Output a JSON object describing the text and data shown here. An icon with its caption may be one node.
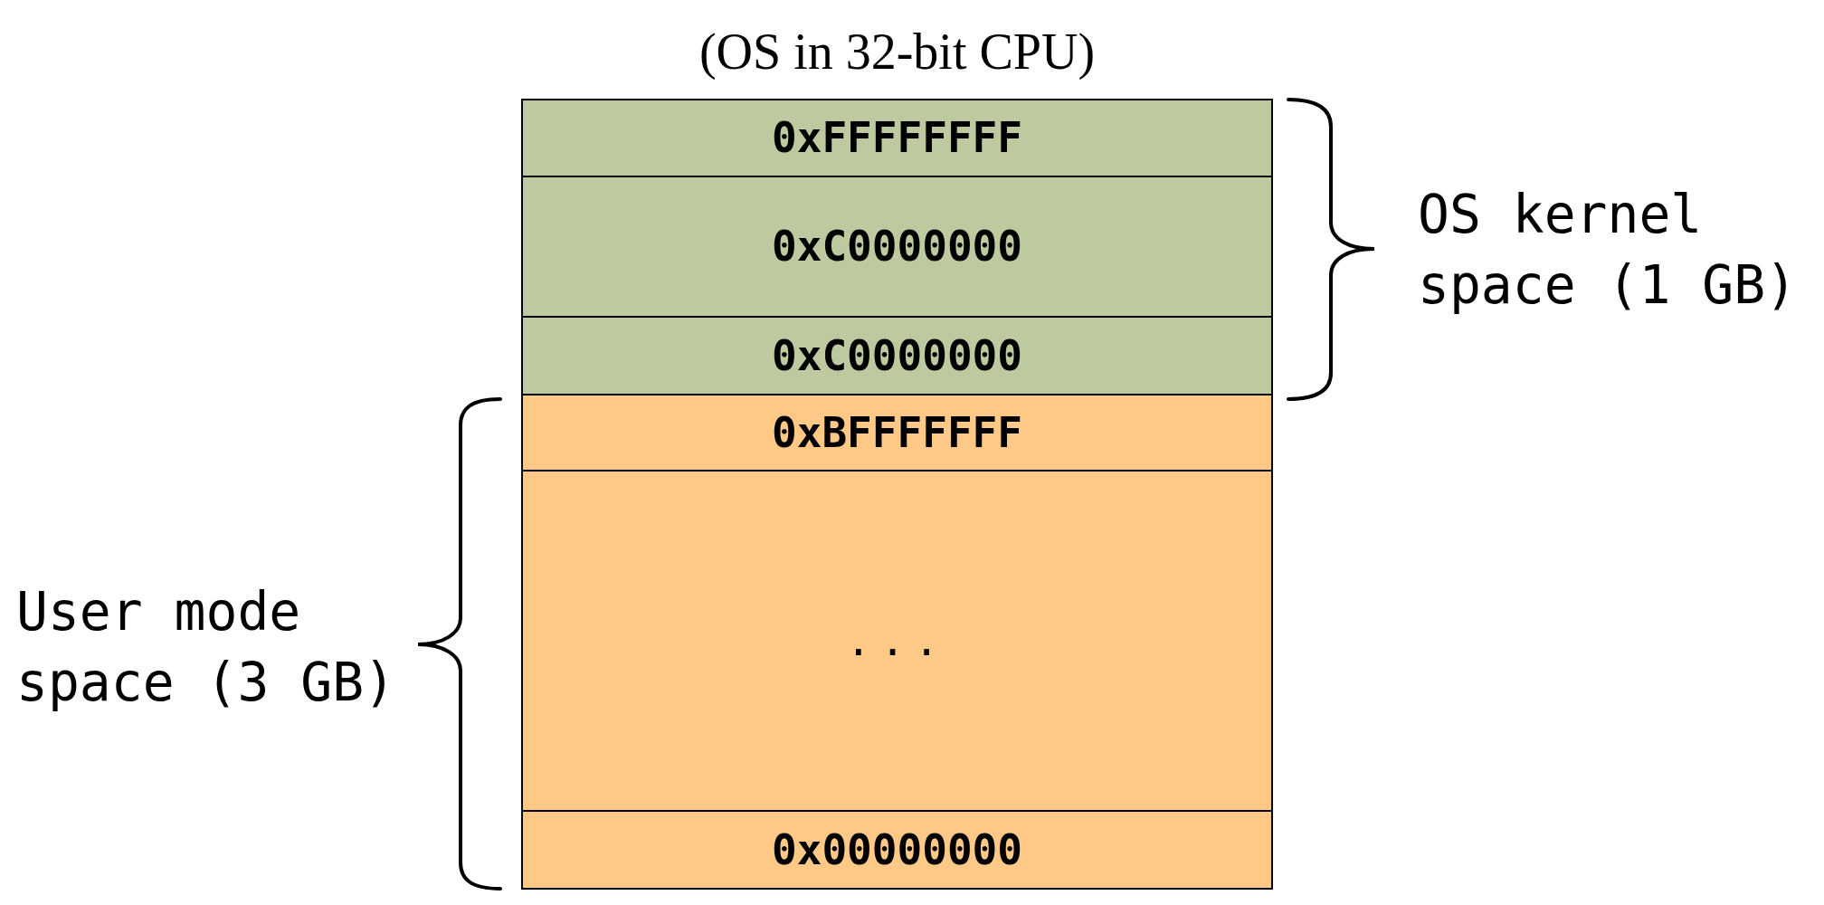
{
  "diagram": {
    "title": "(OS in 32-bit CPU)",
    "nodes": [
      {
        "text": [
          "0xFFFFFFFF"
        ]
      },
      {
        "text": [
          "0xC0000000"
        ]
      },
      {
        "text": [
          "0xC0000000"
        ]
      },
      {
        "text": [
          "0xBFFFFFFF"
        ]
      },
      {
        "text": [
          "..."
        ]
      },
      {
        "text": [
          "0x00000000"
        ]
      }
    ],
    "labels": [
      "OS kernel space (1 GB)",
      "User mode space (3 GB)"
    ]
  }
}
